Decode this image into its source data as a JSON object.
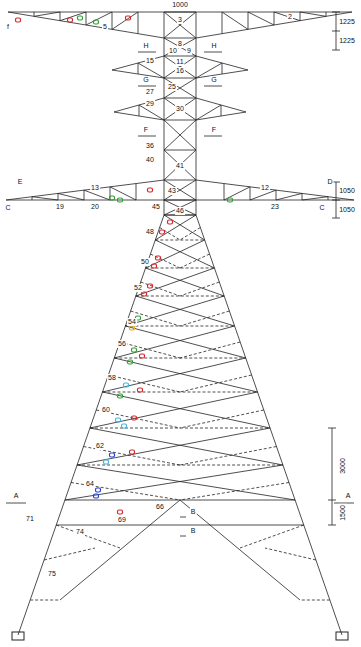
{
  "diagram": {
    "labels": [
      "1000",
      "3",
      "2",
      "5",
      "f",
      "1225",
      "1225",
      "H",
      "H",
      "8",
      "10",
      "11",
      "9",
      "15",
      "16",
      "G",
      "G",
      "25",
      "27",
      "29",
      "30",
      "F",
      "F",
      "36",
      "40",
      "41",
      "E",
      "D",
      "13",
      "12",
      "1050",
      "1050",
      "C",
      "C",
      "19",
      "20",
      "23",
      "43",
      "45",
      "46",
      "48",
      "50",
      "52",
      "54",
      "56",
      "58",
      "60",
      "62",
      "64",
      "A",
      "A",
      "71",
      "74",
      "69",
      "66",
      "B",
      "B",
      "75",
      "3000",
      "1500"
    ]
  }
}
